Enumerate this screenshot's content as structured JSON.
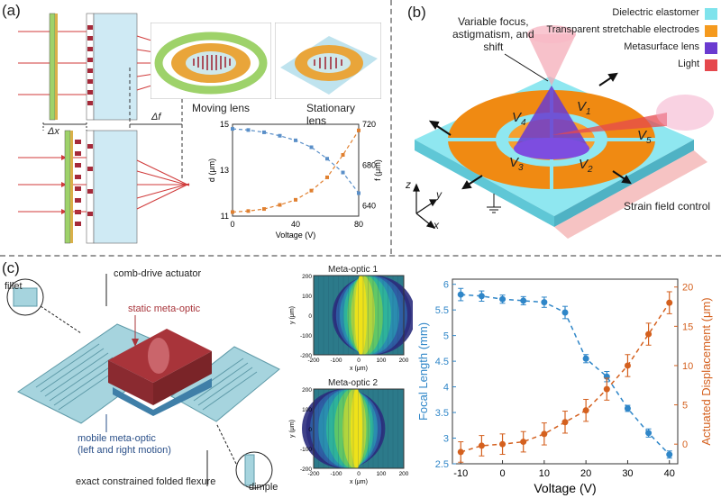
{
  "panels": {
    "a": {
      "label": "(a)",
      "moving_label": "Moving lens",
      "stationary_label": "Stationary lens",
      "dx_label": "Δx",
      "df_label": "Δf",
      "chart_data": {
        "type": "scatter",
        "xlabel": "Voltage (V)",
        "ylabel": "d (μm)",
        "y2label": "f (μm)",
        "xticks": [
          "0",
          "40",
          "80"
        ],
        "yticks": [
          "11",
          "13",
          "15"
        ],
        "y2ticks": [
          "640",
          "680",
          "720"
        ],
        "xlim": [
          0,
          80
        ],
        "ylim": [
          11,
          15
        ],
        "y2lim": [
          630,
          720
        ],
        "series": [
          {
            "color": "#5a8fc8",
            "axis": "left",
            "x": [
              0,
              10,
              20,
              30,
              40,
              50,
              60,
              70,
              80
            ],
            "y": [
              14.8,
              14.75,
              14.65,
              14.5,
              14.3,
              14.0,
              13.5,
              12.9,
              12.0
            ]
          },
          {
            "color": "#e08030",
            "axis": "right",
            "x": [
              0,
              10,
              20,
              30,
              40,
              50,
              60,
              70,
              80
            ],
            "y": [
              634,
              635,
              637,
              641,
              646,
              655,
              668,
              690,
              714
            ]
          }
        ]
      }
    },
    "b": {
      "label": "(b)",
      "focus_text": "Variable focus,\nastigmatism, and\nshift",
      "legend": [
        {
          "label": "Dielectric elastomer",
          "color": "#7fe3ec"
        },
        {
          "label": "Transparent stretchable electrodes",
          "color": "#f59a1e"
        },
        {
          "label": "Metasurface lens",
          "color": "#6a3ad0"
        },
        {
          "label": "Light",
          "color": "#e5484d"
        }
      ],
      "strain_label": "Strain field control",
      "electrodes": [
        "V",
        "V",
        "V",
        "V",
        "V"
      ],
      "electrode_subs": [
        "4",
        "1",
        "3",
        "2",
        "5"
      ],
      "axes": {
        "z": "z",
        "y": "y",
        "x": "x"
      }
    },
    "c": {
      "label": "(c)",
      "fillet_label": "fillet",
      "comb_label": "comb-drive actuator",
      "static_label": "static meta-optic",
      "mobile_label": "mobile meta-optic\n(left and right motion)",
      "flexure_label": "exact constrained folded flexure",
      "dimple_label": "dimple",
      "heatmap_titles": [
        "Meta-optic 1",
        "Meta-optic 2"
      ],
      "heatmap_ylabel": "y (μm)",
      "heatmap_xlabel": "x (μm)",
      "heatmap_yticks": [
        "-200",
        "-100",
        "0",
        "100",
        "200"
      ],
      "heatmap_xticks": [
        "-200",
        "-100",
        "0",
        "100",
        "200"
      ],
      "chart_data": {
        "type": "scatter",
        "xlabel": "Voltage (V)",
        "ylabel": "Focal Length (mm)",
        "y2label": "Actuated Displacement (μm)",
        "xticks": [
          "-10",
          "0",
          "10",
          "20",
          "30",
          "40"
        ],
        "yticks": [
          "2.5",
          "3",
          "3.5",
          "4",
          "4.5",
          "5",
          "5.5",
          "6"
        ],
        "y2ticks": [
          "0",
          "5",
          "10",
          "15",
          "20"
        ],
        "xlim": [
          -12,
          42
        ],
        "ylim": [
          2.5,
          6.1
        ],
        "y2lim": [
          -2.5,
          21
        ],
        "series": [
          {
            "color": "#2f86c8",
            "axis": "left",
            "x": [
              -10,
              -5,
              0,
              5,
              10,
              15,
              20,
              25,
              30,
              35,
              40
            ],
            "y": [
              5.8,
              5.77,
              5.71,
              5.68,
              5.65,
              5.45,
              4.55,
              4.2,
              3.58,
              3.1,
              2.68
            ],
            "err": [
              0.12,
              0.1,
              0.08,
              0.08,
              0.1,
              0.12,
              0.08,
              0.1,
              0.06,
              0.08,
              0.07
            ]
          },
          {
            "color": "#d4601e",
            "axis": "right",
            "x": [
              -10,
              -5,
              0,
              5,
              10,
              15,
              20,
              25,
              30,
              35,
              40
            ],
            "y": [
              -1.0,
              -0.2,
              0.0,
              0.3,
              1.3,
              2.8,
              4.3,
              7.0,
              10.0,
              14.0,
              18.0
            ],
            "err": [
              1.3,
              1.3,
              1.3,
              1.3,
              1.4,
              1.4,
              1.4,
              1.4,
              1.4,
              1.4,
              1.4
            ]
          }
        ]
      }
    }
  }
}
